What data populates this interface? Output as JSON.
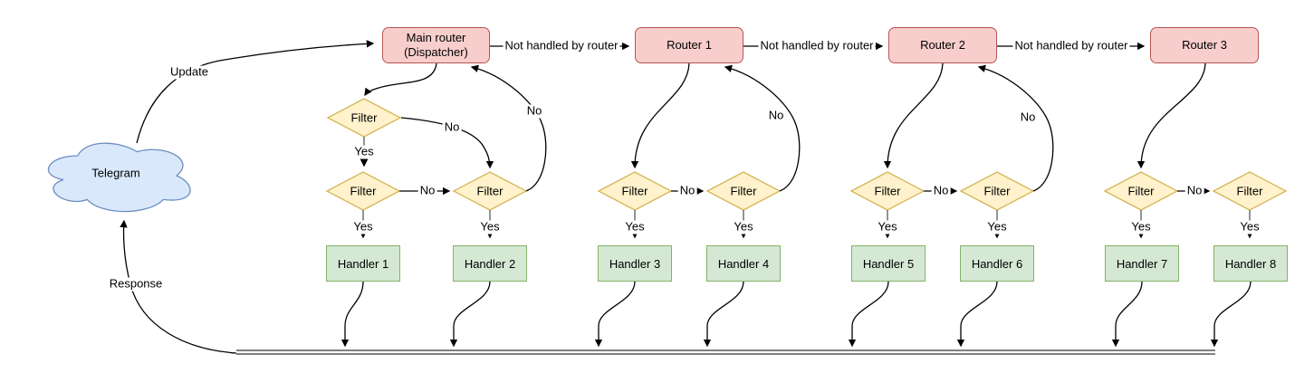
{
  "diagram": {
    "cloud_label": "Telegram",
    "labels": {
      "update": "Update",
      "response": "Response",
      "not_handled": "Not handled by router",
      "yes": "Yes",
      "no": "No",
      "filter": "Filter"
    },
    "routers": [
      {
        "line1": "Main router",
        "line2": "(Dispatcher)"
      },
      {
        "label": "Router 1"
      },
      {
        "label": "Router 2"
      },
      {
        "label": "Router 3"
      }
    ],
    "handlers": [
      {
        "label": "Handler 1"
      },
      {
        "label": "Handler 2"
      },
      {
        "label": "Handler 3"
      },
      {
        "label": "Handler 4"
      },
      {
        "label": "Handler 5"
      },
      {
        "label": "Handler 6"
      },
      {
        "label": "Handler 7"
      },
      {
        "label": "Handler 8"
      }
    ],
    "colors": {
      "router_fill": "#f8cecc",
      "router_border": "#b85450",
      "filter_fill": "#fff2cc",
      "filter_border": "#d6b656",
      "handler_fill": "#d5e8d4",
      "handler_border": "#82b366",
      "cloud_fill": "#dae8fc",
      "cloud_border": "#6c8ebf",
      "edge": "#000000"
    }
  }
}
